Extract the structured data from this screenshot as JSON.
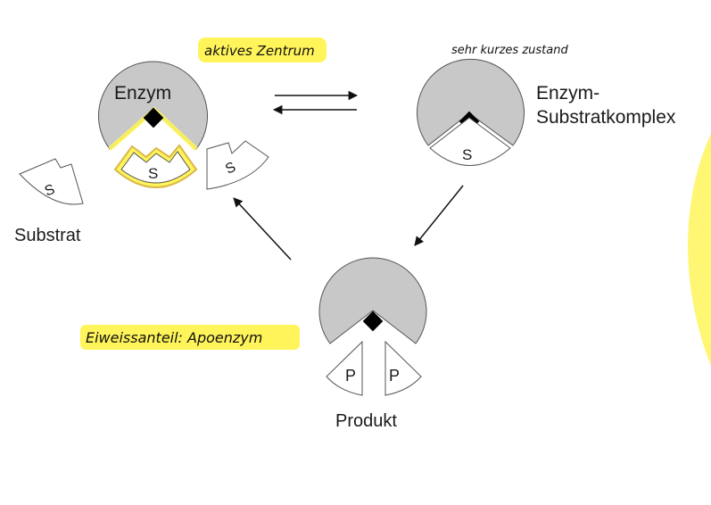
{
  "labels": {
    "enzyme": "Enzym",
    "complex_line1": "Enzym-",
    "complex_line2": "Substratkomplex",
    "substrate": "Substrat",
    "product": "Produkt",
    "s": "S",
    "p": "P"
  },
  "annotations": {
    "active_site": "aktives Zentrum",
    "short_state": "sehr kurzes zustand",
    "protein_part": "Eiweissanteil: Apoenzym"
  },
  "colors": {
    "enzyme_fill": "#c8c8c8",
    "highlighter": "#fff45a",
    "highlighter_outline": "#d8b84a",
    "stroke": "#555555",
    "active_site": "#000000"
  }
}
